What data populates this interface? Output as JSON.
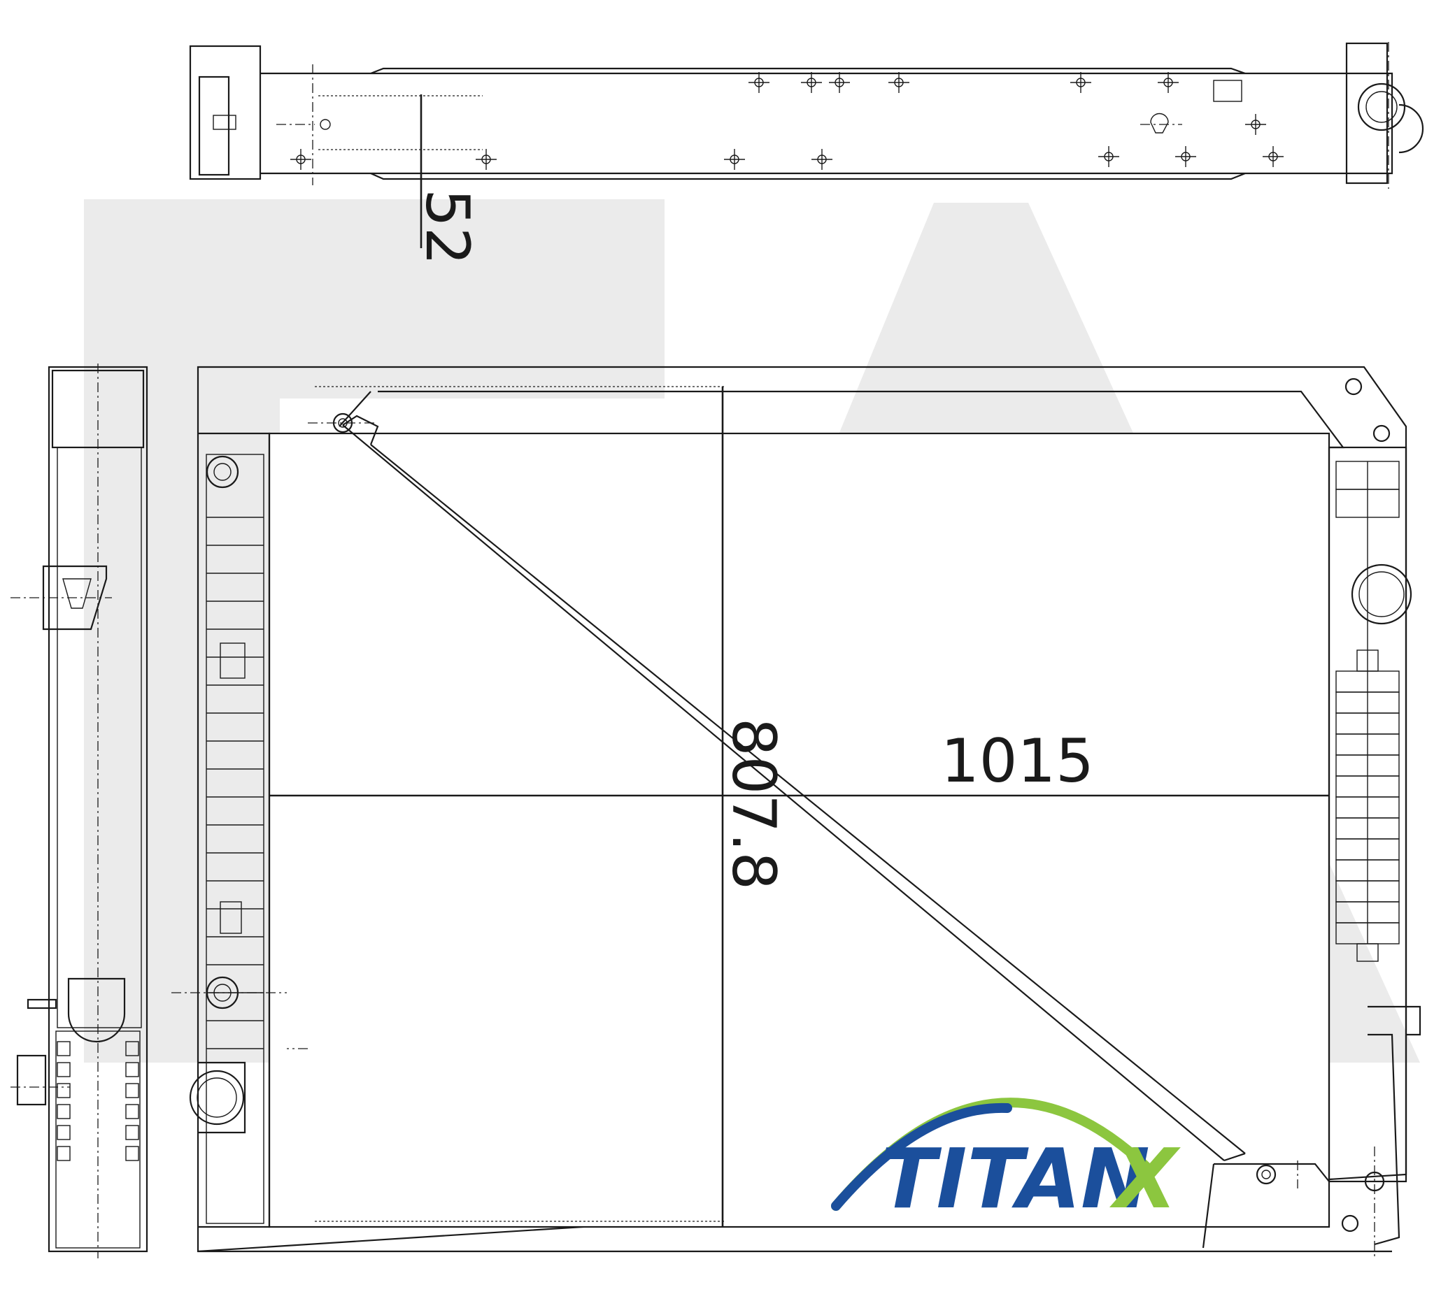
{
  "dimensions": {
    "depth": "52",
    "width": "1015",
    "height": "807.8"
  },
  "logo": {
    "text_main": "TITAN",
    "text_accent": "X"
  },
  "colors": {
    "logo_blue": "#1b4f9c",
    "logo_green": "#8cc63f",
    "line": "#1a1a1a",
    "watermark": "#ebebeb"
  }
}
